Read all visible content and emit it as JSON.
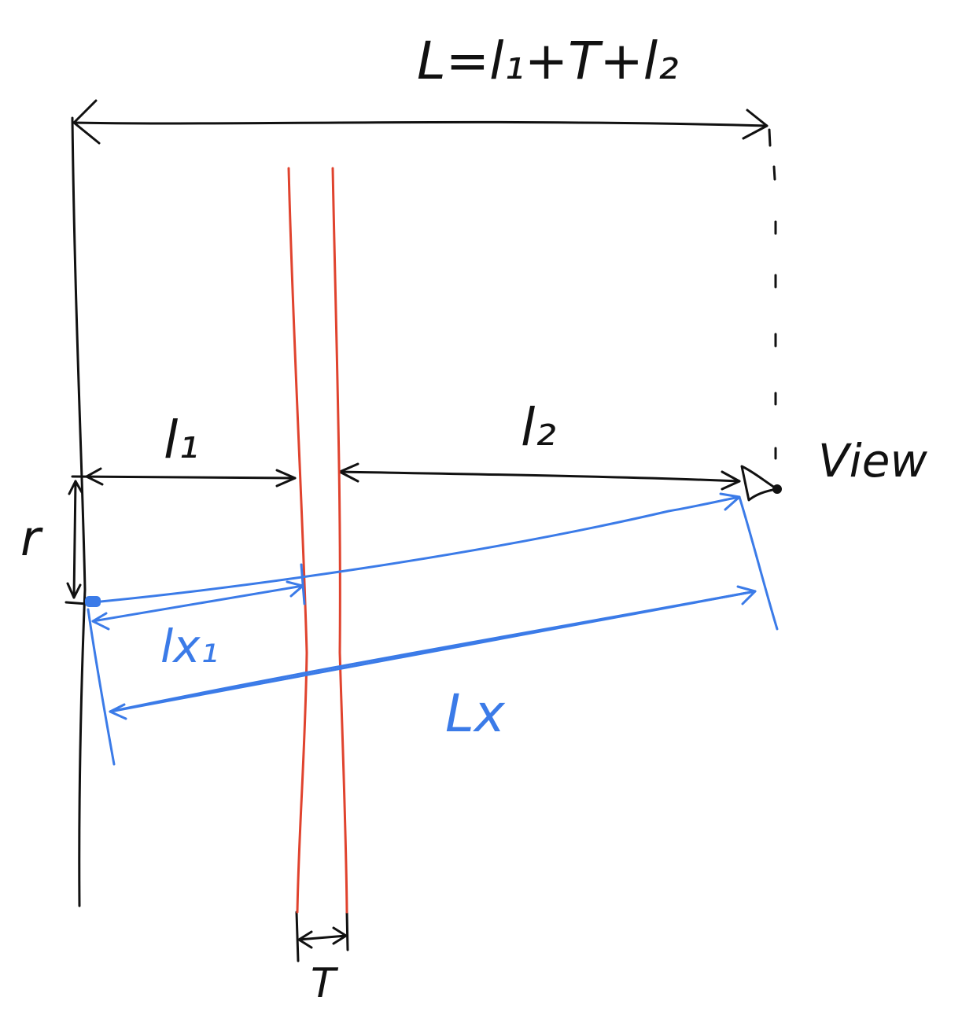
{
  "diagram": {
    "labels": {
      "total_length": "L=l₁+T+l₂",
      "l1": "l₁",
      "l2": "l₂",
      "r": "r",
      "view": "View",
      "lx1": "lx₁",
      "Lx": "Lx",
      "T": "T"
    },
    "colors": {
      "ink": "#111111",
      "slab": "#e0432e",
      "ray": "#3b7be8"
    }
  }
}
